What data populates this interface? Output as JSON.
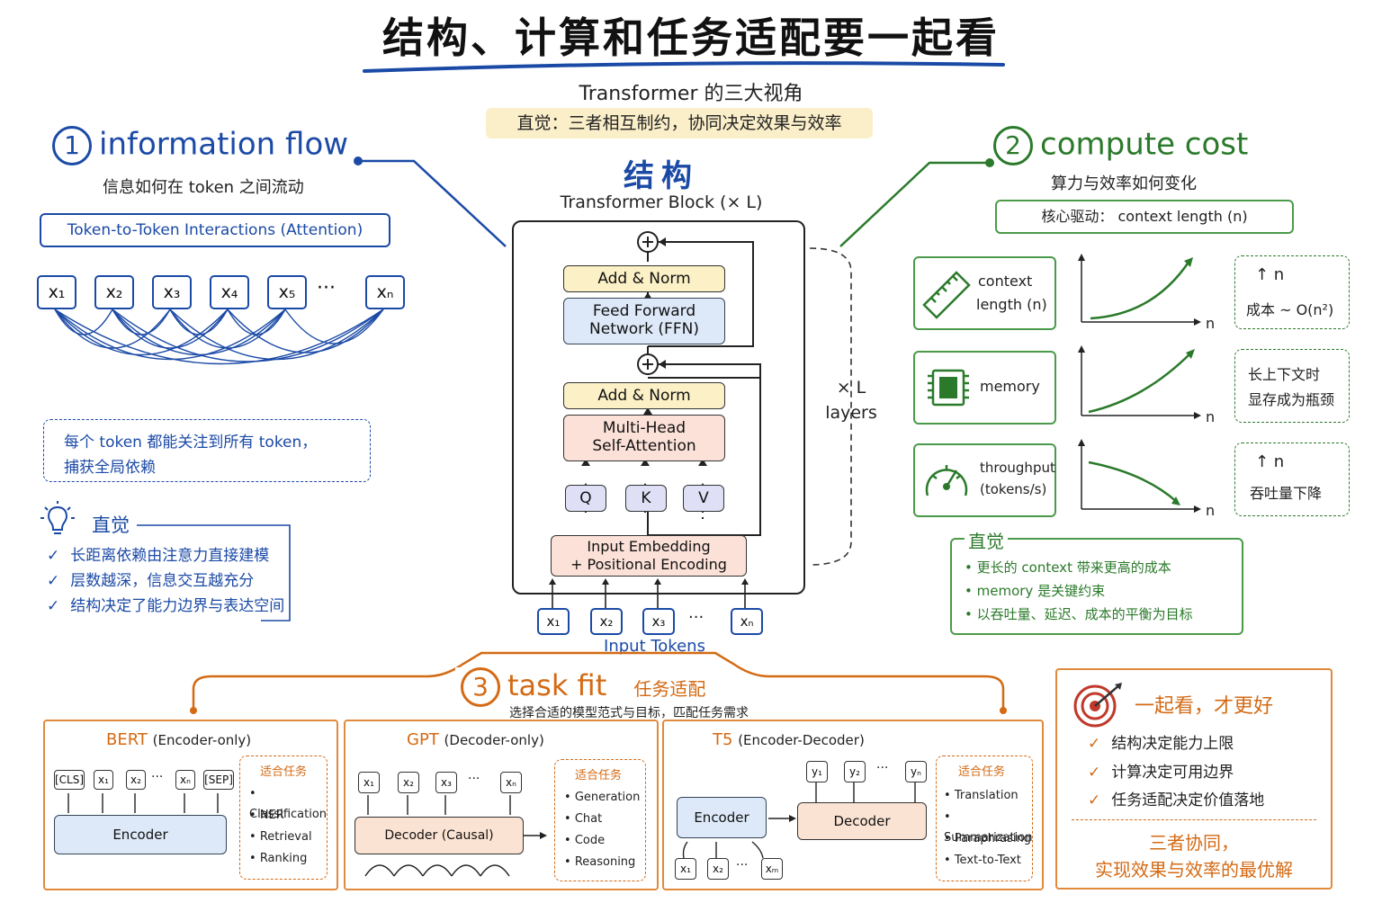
{
  "header": {
    "title": "结构、计算和任务适配要一起看",
    "subtitle": "Transformer 的三大视角",
    "intuition": "直觉：三者相互制约，协同决定效果与效率"
  },
  "info_flow": {
    "number": "1",
    "title": "information flow",
    "subtitle": "信息如何在 token 之间流动",
    "banner": "Token-to-Token Interactions (Attention)",
    "tokens": [
      "x₁",
      "x₂",
      "x₃",
      "x₄",
      "x₅",
      "···",
      "xₙ"
    ],
    "note_line1": "每个 token 都能关注到所有 token，",
    "note_line2": "捕获全局依赖",
    "intuition_title": "直觉",
    "intuition_items": [
      "长距离依赖由注意力直接建模",
      "层数越深，信息交互越充分",
      "结构决定了能力边界与表达空间"
    ]
  },
  "structure": {
    "title": "结构",
    "subtitle": "Transformer Block (× L)",
    "add_norm_top": "Add & Norm",
    "ffn_line1": "Feed Forward",
    "ffn_line2": "Network (FFN)",
    "add_norm_mid": "Add & Norm",
    "mha_line1": "Multi-Head",
    "mha_line2": "Self-Attention",
    "q": "Q",
    "k": "K",
    "v": "V",
    "embed_line1": "Input Embedding",
    "embed_line2": "+ Positional Encoding",
    "input_tokens": [
      "x₁",
      "x₂",
      "x₃",
      "···",
      "xₙ"
    ],
    "input_label": "Input Tokens",
    "layers_line1": "× L",
    "layers_line2": "layers",
    "plus": "+"
  },
  "compute": {
    "number": "2",
    "title": "compute cost",
    "subtitle": "算力与效率如何变化",
    "driver": "核心驱动： context length (n)",
    "rows": [
      {
        "icon": "ruler-icon",
        "label_line1": "context",
        "label_line2": "length (n)",
        "trend": "superlinear-up",
        "note_line1": "↑ n",
        "note_line2": "成本 ~ O(n²)",
        "axis": "n"
      },
      {
        "icon": "chip-icon",
        "label_line1": "memory",
        "label_line2": "",
        "trend": "linear-up",
        "note_line1": "长上下文时",
        "note_line2": "显存成为瓶颈",
        "axis": "n"
      },
      {
        "icon": "gauge-icon",
        "label_line1": "throughput",
        "label_line2": "(tokens/s)",
        "trend": "down",
        "note_line1": "↑ n",
        "note_line2": "吞吐量下降",
        "axis": "n"
      }
    ],
    "intuition_title": "直觉",
    "intuition_items": [
      "更长的 context 带来更高的成本",
      "memory 是关键约束",
      "以吞吐量、延迟、成本的平衡为目标"
    ]
  },
  "task_fit": {
    "number": "3",
    "title": "task fit",
    "title_cn": "任务适配",
    "subtitle": "选择合适的模型范式与目标，匹配任务需求",
    "tasks_label": "适合任务",
    "bert": {
      "name": "BERT",
      "type": "(Encoder-only)",
      "tokens": [
        "[CLS]",
        "x₁",
        "x₂",
        "···",
        "xₙ",
        "[SEP]"
      ],
      "block": "Encoder",
      "tasks": [
        "Classification",
        "NER",
        "Retrieval",
        "Ranking"
      ]
    },
    "gpt": {
      "name": "GPT",
      "type": "(Decoder-only)",
      "tokens": [
        "x₁",
        "x₂",
        "x₃",
        "···",
        "xₙ"
      ],
      "block": "Decoder (Causal)",
      "tasks": [
        "Generation",
        "Chat",
        "Code",
        "Reasoning"
      ]
    },
    "t5": {
      "name": "T5",
      "type": "(Encoder-Decoder)",
      "out_tokens": [
        "y₁",
        "y₂",
        "···",
        "yₙ"
      ],
      "in_tokens": [
        "x₁",
        "x₂",
        "···",
        "xₘ"
      ],
      "encoder": "Encoder",
      "decoder": "Decoder",
      "tasks": [
        "Translation",
        "Summarization",
        "Paraphrasing",
        "Text-to-Text"
      ]
    }
  },
  "together": {
    "title": "一起看，才更好",
    "items": [
      "结构决定能力上限",
      "计算决定可用边界",
      "任务适配决定价值落地"
    ],
    "conclusion_line1": "三者协同，",
    "conclusion_line2": "实现效果与效率的最优解",
    "check": "✓",
    "bullet": "•"
  },
  "colors": {
    "blue": "#1b4aa6",
    "green": "#2b7a2b",
    "orange": "#d46a14"
  }
}
